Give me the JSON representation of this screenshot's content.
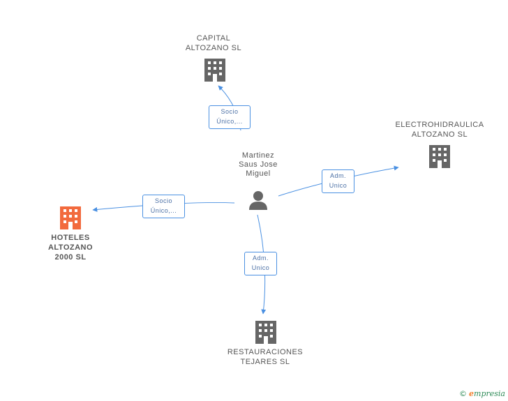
{
  "nodes": {
    "capital": {
      "line1": "CAPITAL",
      "line2": "ALTOZANO SL"
    },
    "electro": {
      "line1": "ELECTROHIDRAULICA",
      "line2": "ALTOZANO SL"
    },
    "hoteles": {
      "line1": "HOTELES",
      "line2": "ALTOZANO",
      "line3": "2000 SL"
    },
    "restauraciones": {
      "line1": "RESTAURACIONES",
      "line2": "TEJARES SL"
    },
    "person": {
      "line1": "Martinez",
      "line2": "Saus Jose",
      "line3": "Miguel"
    }
  },
  "edges": {
    "to_capital": {
      "line1": "Socio",
      "line2": "Único,..."
    },
    "to_hoteles": {
      "line1": "Socio",
      "line2": "Único,..."
    },
    "to_electro": {
      "line1": "Adm.",
      "line2": "Unico"
    },
    "to_restauraciones": {
      "line1": "Adm.",
      "line2": "Unico"
    }
  },
  "colors": {
    "edge": "#4a90e2",
    "company_icon": "#666666",
    "focus_icon": "#f26a3d",
    "person_icon": "#666666"
  },
  "footer": {
    "copyright": "©",
    "brand": "mpresia",
    "brand_initial": "e"
  }
}
